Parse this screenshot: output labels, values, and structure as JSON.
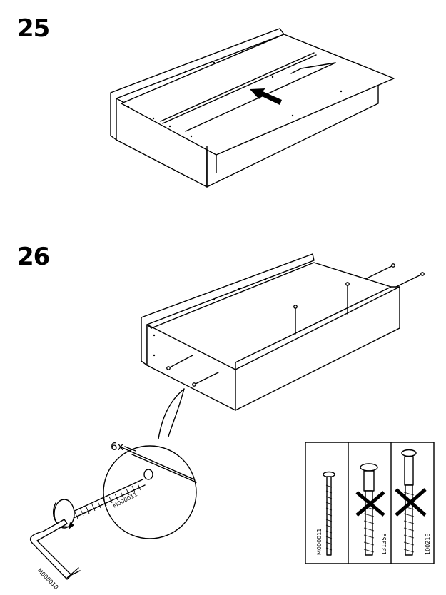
{
  "steps": {
    "step25": {
      "number": "25"
    },
    "step26": {
      "number": "26"
    }
  },
  "detail": {
    "quantity": "6x",
    "screw_code": "M000011",
    "tool_code": "M000010"
  },
  "screw_panel": {
    "items": [
      {
        "code": "M000011",
        "status": "correct"
      },
      {
        "code": "131359",
        "status": "wrong"
      },
      {
        "code": "100218",
        "status": "wrong"
      }
    ]
  }
}
